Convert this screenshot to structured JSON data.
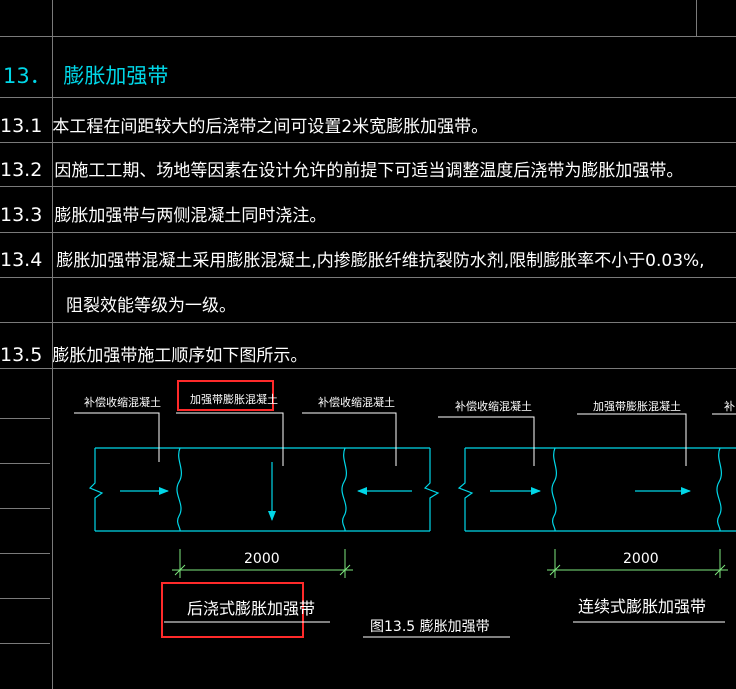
{
  "section": {
    "number": "13．",
    "title": "膨胀加强带"
  },
  "items": [
    {
      "num": "13.1",
      "text": "本工程在间距较大的后浇带之间可设置2米宽膨胀加强带。"
    },
    {
      "num": "13.2",
      "text": "因施工工期、场地等因素在设计允许的前提下可适当调整温度后浇带为膨胀加强带。"
    },
    {
      "num": "13.3",
      "text": "膨胀加强带与两侧混凝土同时浇注。"
    },
    {
      "num": "13.4",
      "text": "膨胀加强带混凝土采用膨胀混凝土,内掺膨胀纤维抗裂防水剂,限制膨胀率不小于0.03%,"
    },
    {
      "num": "",
      "text": "阻裂效能等级为一级。"
    },
    {
      "num": "13.5",
      "text": "膨胀加强带施工顺序如下图所示。"
    }
  ],
  "diagram": {
    "labels": {
      "left_concrete_1": "补偿收缩混凝土",
      "middle_band_1": "加强带膨胀混凝土",
      "right_concrete_1": "补偿收缩混凝土",
      "left_concrete_2": "补偿收缩混凝土",
      "middle_band_2": "加强带膨胀混凝土",
      "right_concrete_2": "补"
    },
    "dim_left": "2000",
    "dim_right": "2000",
    "caption_left": "后浇式膨胀加强带",
    "caption_center": "图13.5  膨胀加强带",
    "caption_right": "连续式膨胀加强带"
  },
  "colors": {
    "background": "#000000",
    "text": "#ffffff",
    "heading": "#00d7e8",
    "structure": "#00d7e8",
    "leader": "#ffffff",
    "dimension": "#7ee87e",
    "highlight": "#ff2a2a",
    "grid": "#7a7a7a"
  }
}
